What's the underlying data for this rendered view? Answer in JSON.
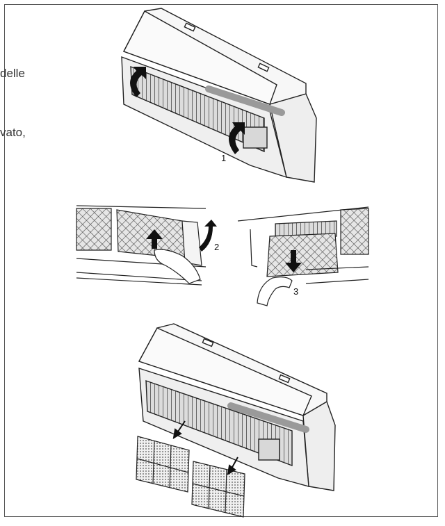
{
  "side_text": {
    "line1": "delle",
    "line2": "vato,"
  },
  "steps": {
    "step1": "1",
    "step2": "2",
    "step3": "3"
  },
  "colors": {
    "line": "#222222",
    "panel": "#f2f2f2",
    "mesh": "#555555",
    "stripe": "#9a9a9a",
    "arrow": "#111111"
  },
  "icons": {
    "up_arrow": "up-arrow-icon",
    "down_arrow": "down-arrow-icon",
    "curved_arrow": "curved-arrow-icon"
  }
}
